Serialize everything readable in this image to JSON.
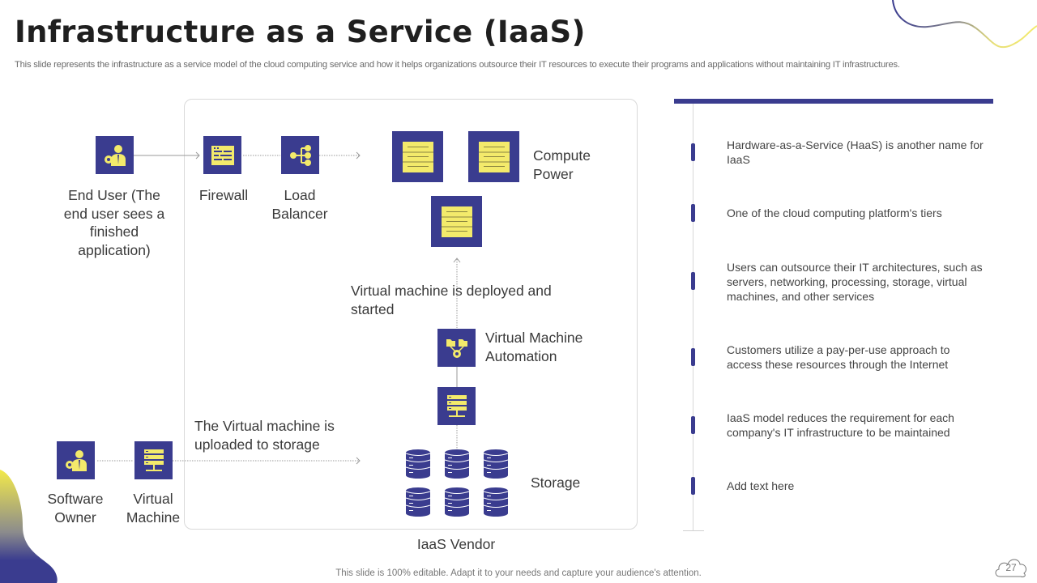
{
  "header": {
    "title": "Infrastructure as a Service (IaaS)",
    "subtitle": "This slide represents the infrastructure as a service model of the cloud computing service and how it helps organizations outsource their IT resources to execute their programs and applications without maintaining IT infrastructures."
  },
  "diagram": {
    "end_user_label": "End User (The end user sees a finished application)",
    "firewall_label": "Firewall",
    "load_balancer_label": "Load Balancer",
    "compute_power_label": "Compute Power",
    "deployed_label": "Virtual machine is deployed and started",
    "vm_automation_label": "Virtual Machine Automation",
    "uploaded_label": "The Virtual machine is uploaded to storage",
    "software_owner_label": "Software Owner",
    "virtual_machine_label": "Virtual Machine",
    "storage_label": "Storage",
    "vendor_label": "IaaS Vendor"
  },
  "sidebar": {
    "items": [
      {
        "text": "Hardware-as-a-Service (HaaS) is another name for IaaS"
      },
      {
        "text": "One of the cloud computing platform's tiers"
      },
      {
        "text": "Users can outsource their IT architectures, such as servers, networking, processing, storage, virtual machines, and other services"
      },
      {
        "text": "Customers utilize a pay-per-use approach to access these resources through the Internet"
      },
      {
        "text": "IaaS model reduces the requirement for each company's IT infrastructure to be maintained"
      },
      {
        "text": "Add text here"
      }
    ]
  },
  "footer": {
    "note": "This slide is 100% editable. Adapt it to your needs and capture your audience's attention.",
    "page_number": "27"
  },
  "colors": {
    "primary": "#3a3c8f",
    "accent": "#f3ea6b"
  }
}
